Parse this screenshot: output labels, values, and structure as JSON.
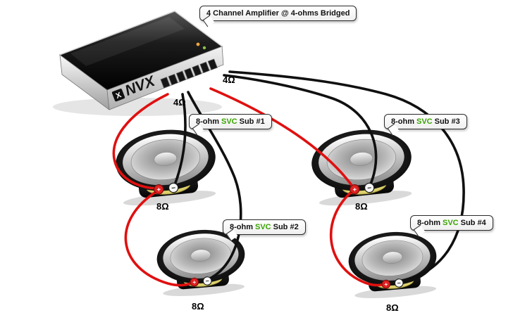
{
  "diagram": {
    "amp_callout": "4 Channel Amplifier @ 4-ohms Bridged",
    "amp": {
      "brand": "NVX",
      "logo_x": "X"
    },
    "amp_impedance_left": "4Ω",
    "amp_impedance_right": "4Ω",
    "terminal_plus": "+",
    "terminal_minus": "−",
    "subs": [
      {
        "prefix": "8-ohm",
        "svc": "SVC",
        "suffix": "Sub #1",
        "impedance": "8Ω"
      },
      {
        "prefix": "8-ohm",
        "svc": "SVC",
        "suffix": "Sub #2",
        "impedance": "8Ω"
      },
      {
        "prefix": "8-ohm",
        "svc": "SVC",
        "suffix": "Sub #3",
        "impedance": "8Ω"
      },
      {
        "prefix": "8-ohm",
        "svc": "SVC",
        "suffix": "Sub #4",
        "impedance": "8Ω"
      }
    ],
    "colors": {
      "svc_green": "#3aa303",
      "wire_red": "#e01010",
      "wire_black": "#101010",
      "terminal_positive": "#e02020",
      "terminal_negative": "#f7f7f7"
    }
  }
}
